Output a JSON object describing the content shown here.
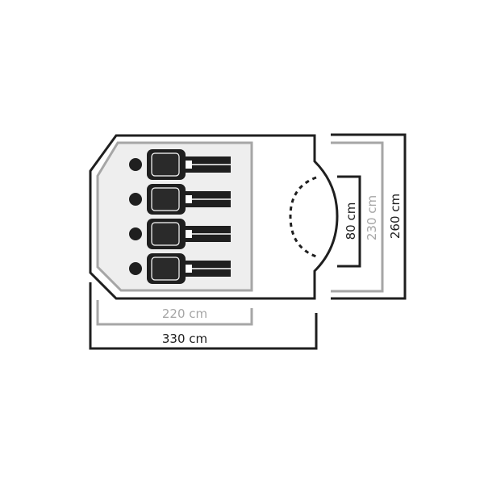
{
  "colors": {
    "outline": "#1f1f1f",
    "inner_outline": "#a6a6a6",
    "floor_fill": "#eeeeee",
    "sleeper": "#1f1f1f",
    "background": "#ffffff"
  },
  "dimensions": {
    "inner_width": "220 cm",
    "outer_width": "330 cm",
    "door_width": "80 cm",
    "inner_depth": "230 cm",
    "outer_depth": "260 cm"
  },
  "sleeper_count": 4,
  "icons": [
    "sleeping-person-icon",
    "door-swing-icon"
  ]
}
